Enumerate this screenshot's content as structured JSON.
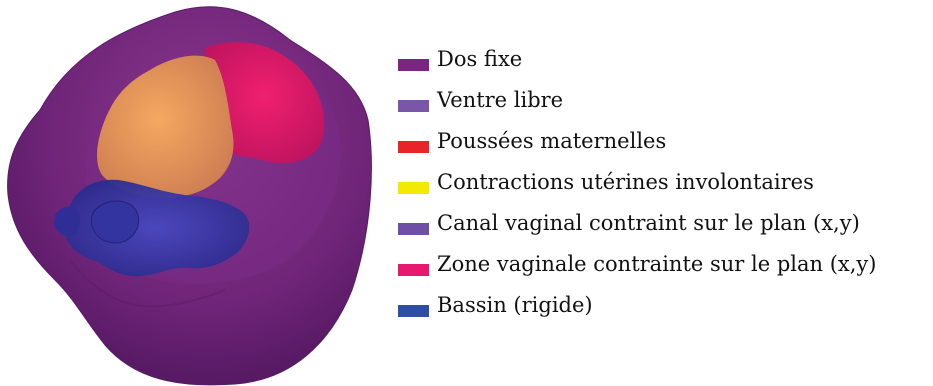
{
  "figure": {
    "regions": [
      {
        "name": "Dos fixe",
        "color": "#7a2a80"
      },
      {
        "name": "Zone vaginale contrainte sur le plan (x,y)",
        "color": "#e3186a"
      },
      {
        "name": "Contractions utérines involontaires",
        "color": "#f0a050"
      },
      {
        "name": "Bassin (rigide)",
        "color": "#3a3aa8"
      }
    ]
  },
  "legend": {
    "items": [
      {
        "label": "Dos fixe",
        "color": "#7b2482"
      },
      {
        "label": "Ventre libre",
        "color": "#7a56a8"
      },
      {
        "label": "Poussées maternelles",
        "color": "#e8232a"
      },
      {
        "label": "Contractions utérines involontaires",
        "color": "#f2ea00"
      },
      {
        "label": "Canal vaginal contraint sur le plan (x,y)",
        "color": "#6d4fa6"
      },
      {
        "label": "Zone vaginale contrainte sur le plan (x,y)",
        "color": "#e8186e"
      },
      {
        "label": "Bassin (rigide)",
        "color": "#2e4ea3"
      }
    ]
  }
}
